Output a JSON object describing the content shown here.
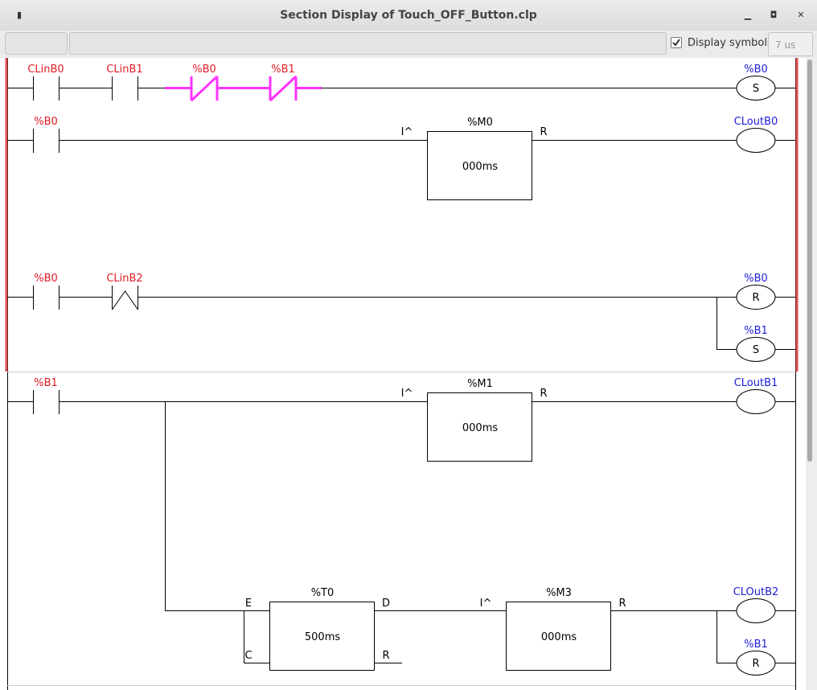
{
  "window": {
    "title": "Section Display of Touch_OFF_Button.clp"
  },
  "toolbar": {
    "display_symbols_label": "Display symbols",
    "display_symbols_checked": true,
    "scan_time": "7 us"
  },
  "colors": {
    "contact_label": "#e01b24",
    "coil_label": "#1c1cd8",
    "active_rung": "#ff33ff",
    "rung_marker": "#e05050"
  },
  "diagram": {
    "rung1": {
      "contacts": [
        "CLinB0",
        "CLinB1",
        "%B0",
        "%B1"
      ],
      "coil": "%B0",
      "coil_type": "S"
    },
    "rung2": {
      "contact": "%B0",
      "block_name": "%M0",
      "block_in": "I^",
      "block_out": "R",
      "block_value": "000ms",
      "coil": "CLoutB0"
    },
    "rung3": {
      "contacts": [
        "%B0",
        "CLinB2"
      ],
      "coil1": "%B0",
      "coil1_type": "R",
      "coil2": "%B1",
      "coil2_type": "S"
    },
    "rung4": {
      "contact": "%B1",
      "block1_name": "%M1",
      "block1_in": "I^",
      "block1_out": "R",
      "block1_value": "000ms",
      "coil1": "CLoutB1",
      "timer_name": "%T0",
      "timer_in_e": "E",
      "timer_in_c": "C",
      "timer_out_d": "D",
      "timer_out_r": "R",
      "timer_value": "500ms",
      "block2_name": "%M3",
      "block2_in": "I^",
      "block2_out": "R",
      "block2_value": "000ms",
      "coil2": "CLOutB2",
      "coil3": "%B1",
      "coil3_type": "R"
    }
  }
}
